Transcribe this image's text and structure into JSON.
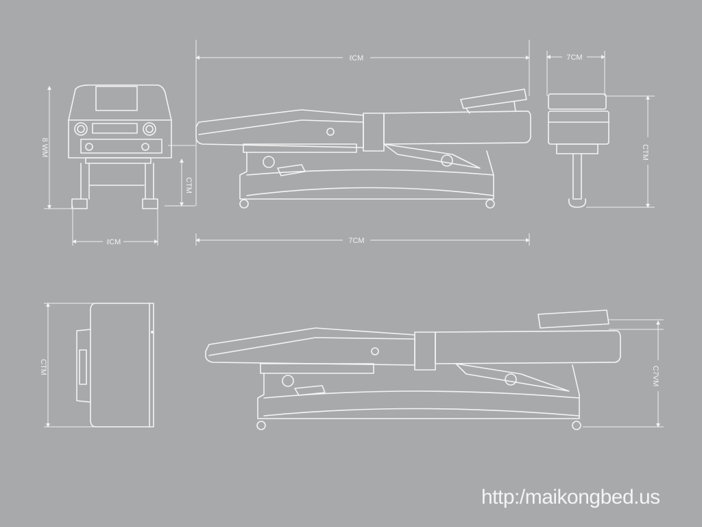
{
  "labels": {
    "top_length": "ℓCM",
    "top_right_width": "7CM",
    "front_height": "8 WM",
    "front_leg_height": "CTM",
    "front_width": "ℓCM",
    "side_length": "7CM",
    "end_height": "CTM",
    "lower_side_height": "C7VM"
  },
  "watermark": "http:/maikongbed.us",
  "colors": {
    "background": "#a8a9ab",
    "line": "#f4f4f4"
  }
}
